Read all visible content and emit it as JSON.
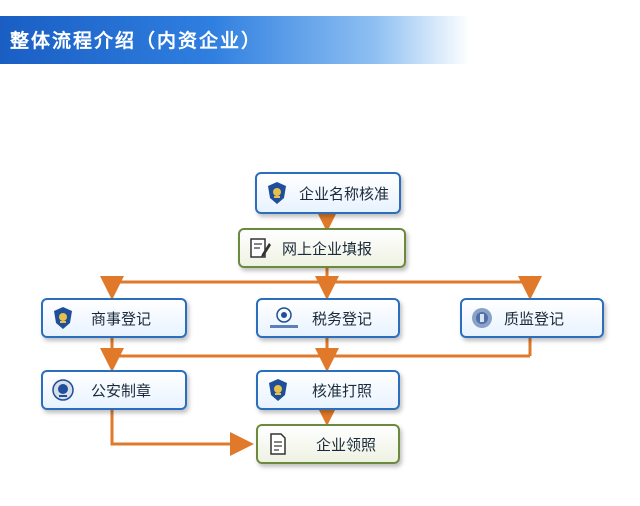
{
  "title": "整体流程介绍（内资企业）",
  "nodes": {
    "name_approval": {
      "label": "企业名称核准",
      "icon": "emblem-icon"
    },
    "online_filing": {
      "label": "网上企业填报",
      "icon": "edit-form-icon"
    },
    "commerce_registration": {
      "label": "商事登记",
      "icon": "emblem-icon"
    },
    "tax_registration": {
      "label": "税务登记",
      "icon": "tax-emblem-icon"
    },
    "quality_registration": {
      "label": "质监登记",
      "icon": "quality-emblem-icon"
    },
    "police_seal": {
      "label": "公安制章",
      "icon": "police-emblem-icon"
    },
    "approve_license": {
      "label": "核准打照",
      "icon": "emblem-icon"
    },
    "collect_license": {
      "label": "企业领照",
      "icon": "document-icon"
    }
  },
  "colors": {
    "banner": "#1a5ec4",
    "node_border": "#2a6ebd",
    "node_border_gray": "#6b8a3e",
    "connector": "#e07a2a"
  }
}
